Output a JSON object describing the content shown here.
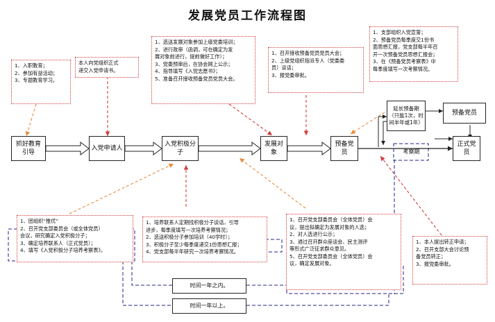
{
  "title": "发展党员工作流程图",
  "stages": {
    "s1": "抓好教育引导",
    "s2": "入党申请人",
    "s3": "入党积极分子",
    "s4": "发展对象",
    "s5": "预备党员",
    "s6": "正式党员",
    "s_prob": "预备党员",
    "s_ext": "延长预备期（只能1次，时间半年或1年）",
    "s_study": "考察期"
  },
  "notes": {
    "n1": [
      "1、入职教育；",
      "2、参加有益活动；",
      "3、专题教育学习。"
    ],
    "n2": [
      "本人向党组织正式",
      "递交入党申请书。"
    ],
    "n3": [
      "1、选送发展对象参加上级党委培训；",
      "2、进行政审（函调，可在确定为发",
      "展对象前进行，提前做好工作）；",
      "3、党委预审后，在协会网上公示；",
      "4、指导填写《入党志愿书》；",
      "5、准备召开接收预备党员党员大会。"
    ],
    "n4": [
      "1、召开接收预备党员党员大会；",
      "2、上级党组织指派专人（党委委",
      "员）谈话；",
      "3、报党委审批。"
    ],
    "n5": [
      "1、支部组织入党宣誓；",
      "2、预备党员每季度交1份书",
      "面思想汇报，党支部每半年召",
      "开一次预备党员思想汇报会；",
      "3、在《预备党员考察表》中",
      "每季度填写一次考察情况。"
    ],
    "n6": [
      "1、团组织“推优”",
      "2、召开党支部委员会（或全体党员）",
      "会议，研究确定入党积极分子；",
      "3、确定培养联系人（正式党员）；",
      "4、填写《入党积极分子培养考察表》。"
    ],
    "n7": [
      "1、培养联系人定期找积极分子谈话，引导",
      "进步，每季度填写一次培养考察情况；",
      "2、选送积极分子参加培训（40学时）；",
      "3、积极分子至少每季度递交1份思想汇报；",
      "4、党支部每半年研究一次培养考察情况。"
    ],
    "n8": [
      "1、召开党支部委员会（全体党员）会",
      "议，提出拟确定为发展对象的人选；",
      "2、对人选进行公示；",
      "3、通过召开群众座谈会、民主测评",
      "等形式广泛征求群众意见。",
      "",
      "5、召开党支部委员会（全体党员）会",
      "议，确定发展对象。"
    ],
    "n9": [
      "1、本人提出转正申请；",
      "2、召开支部大会讨论预",
      "备党员转正；",
      "3、报党委审批。"
    ]
  },
  "time_labels": {
    "t1": "时间一年之内。",
    "t2": "时间一年以上。"
  },
  "colors": {
    "note_border": "#d23a3a",
    "red_arrow": "#d23a3a",
    "orange_arrow": "#e58b3c",
    "blue_dash": "#20208a",
    "black": "#222222"
  }
}
